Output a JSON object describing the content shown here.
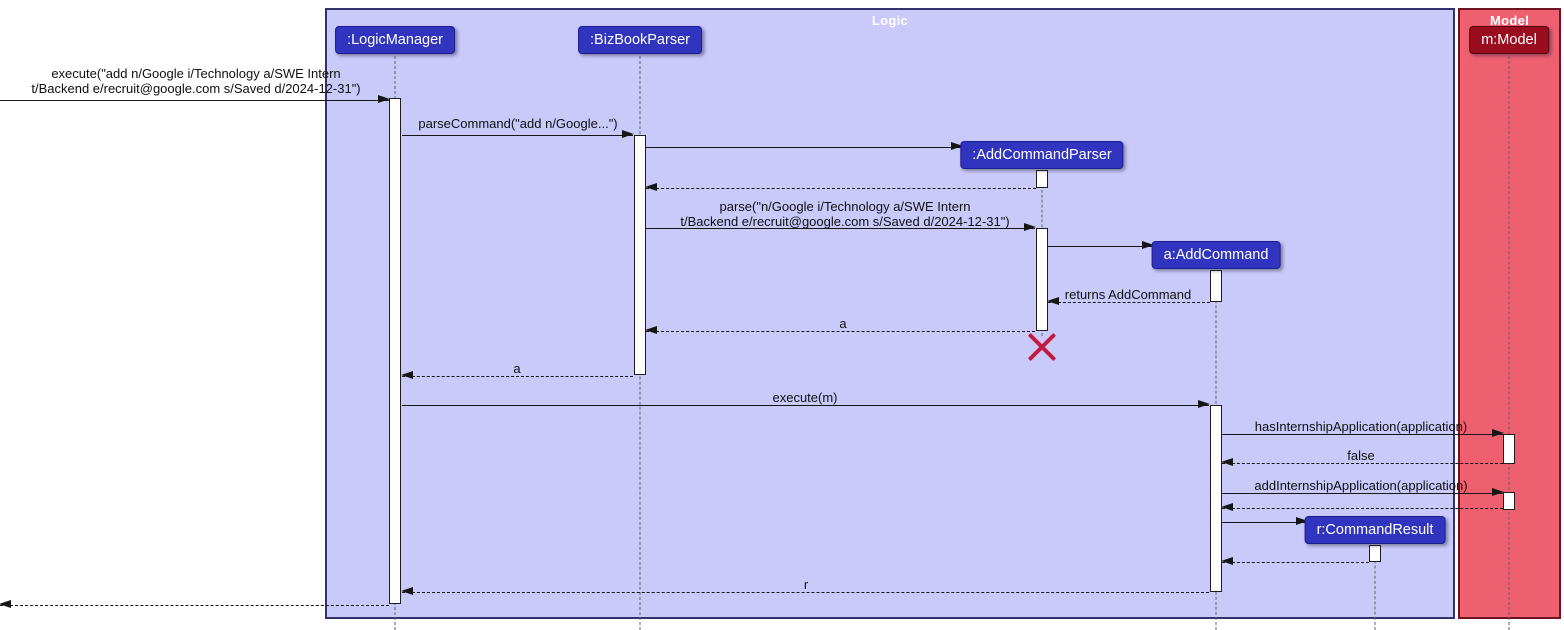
{
  "diagram": {
    "type": "uml-sequence-diagram",
    "frames": {
      "logic": {
        "label": "Logic"
      },
      "model": {
        "label": "Model"
      }
    },
    "participants": {
      "logicManager": ":LogicManager",
      "bizBookParser": ":BizBookParser",
      "addCommandParser": ":AddCommandParser",
      "addCommand": "a:AddCommand",
      "commandResult": "r:CommandResult",
      "model": "m:Model"
    },
    "messages": {
      "execute": {
        "line1": "execute(\"add n/Google i/Technology a/SWE Intern",
        "line2": "t/Backend e/recruit@google.com s/Saved d/2024-12-31\")"
      },
      "parseCommand": {
        "label": "parseCommand(\"add n/Google...\")"
      },
      "parse": {
        "line1": "parse(\"n/Google i/Technology a/SWE Intern",
        "line2": "t/Backend e/recruit@google.com s/Saved d/2024-12-31\")"
      },
      "returnsAddCommand": {
        "label": "returns AddCommand"
      },
      "returnA1": {
        "label": "a"
      },
      "returnA2": {
        "label": "a"
      },
      "executeM": {
        "label": "execute(m)"
      },
      "hasInternshipApplication": {
        "label": "hasInternshipApplication(application)"
      },
      "falseReturn": {
        "label": "false"
      },
      "addInternshipApplication": {
        "label": "addInternshipApplication(application)"
      },
      "returnR": {
        "label": "r"
      }
    },
    "colors": {
      "logic_frame_bg": "#c9c9fa",
      "model_frame_bg": "#ee5f6f",
      "participant_blue": "#3134be",
      "participant_red": "#9a0d1e",
      "destroy_x": "#c11b3f",
      "message_line": "#161616"
    }
  }
}
